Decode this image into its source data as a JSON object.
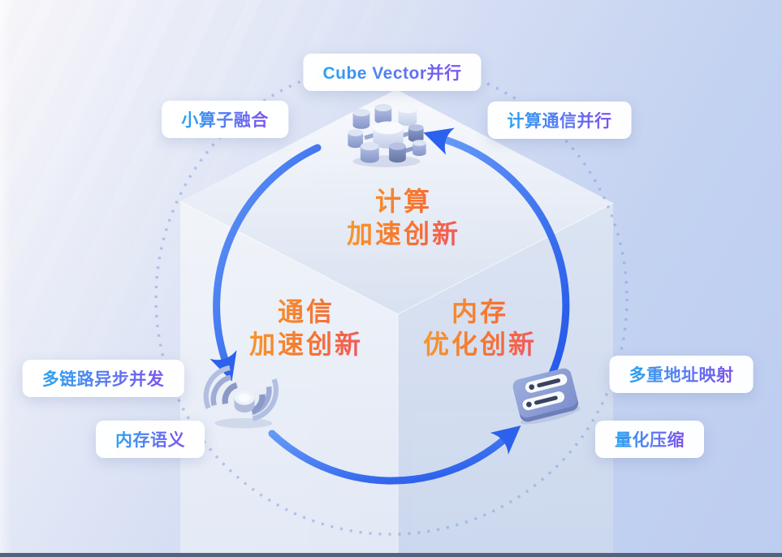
{
  "outer_labels": [
    {
      "id": "cube-vector-parallel",
      "text": "Cube Vector并行"
    },
    {
      "id": "small-operator-fusion",
      "text": "小算子融合"
    },
    {
      "id": "compute-comm-parallel",
      "text": "计算通信并行"
    },
    {
      "id": "multilink-async-concurrency",
      "text": "多链路异步并发"
    },
    {
      "id": "memory-semantics",
      "text": "内存语义"
    },
    {
      "id": "multi-address-mapping",
      "text": "多重地址映射"
    },
    {
      "id": "quantization-compression",
      "text": "量化压缩"
    }
  ],
  "center_labels": [
    {
      "id": "compute-innovation",
      "line1": "计算",
      "line2": "加速创新"
    },
    {
      "id": "comm-innovation",
      "line1": "通信",
      "line2": "加速创新"
    },
    {
      "id": "memory-innovation",
      "line1": "内存",
      "line2": "优化创新"
    }
  ],
  "icons": [
    {
      "name": "compute-cluster-icon",
      "meaning": "计算"
    },
    {
      "name": "comm-signal-icon",
      "meaning": "通信"
    },
    {
      "name": "memory-chip-icon",
      "meaning": "内存"
    }
  ],
  "colors": {
    "label_text_gradient_start": "#2f9ff0",
    "label_text_gradient_end": "#7c53ef",
    "center_text_gradient_start": "#f8952d",
    "center_text_gradient_end": "#ef5560",
    "arrow_gradient_start": "#659af7",
    "arrow_gradient_end": "#2256ea",
    "dotted_ring": "#7d96e0",
    "bottom_bar": "#55627f"
  }
}
